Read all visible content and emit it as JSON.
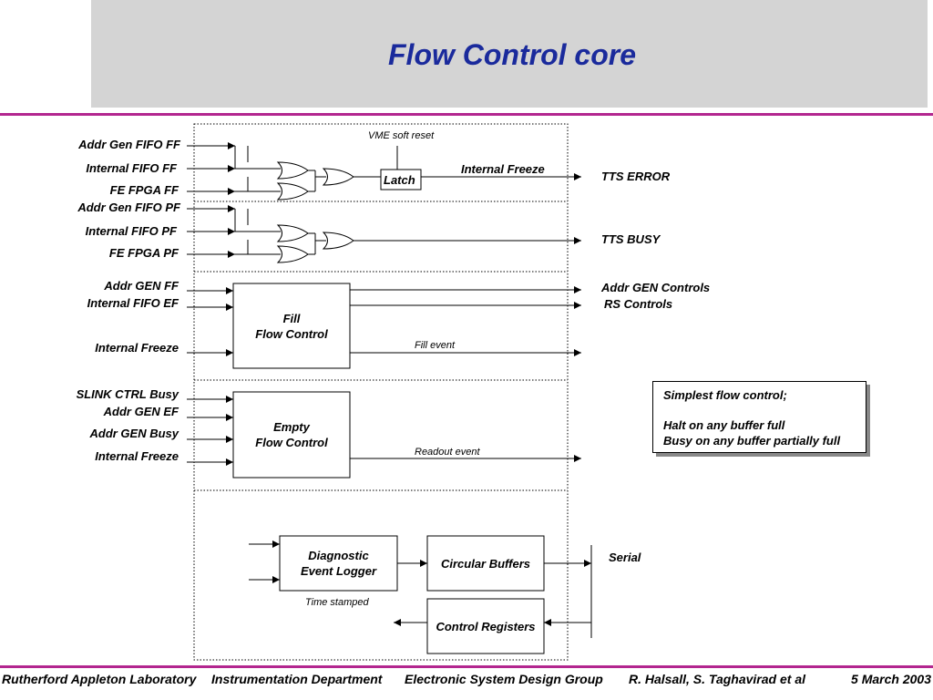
{
  "title": "Flow Control core",
  "inputs_group1": [
    "Addr Gen FIFO FF",
    "Internal FIFO FF",
    "FE FPGA FF"
  ],
  "inputs_group2": [
    "Addr Gen FIFO PF",
    "Internal FIFO PF",
    "FE FPGA PF"
  ],
  "vme_soft_reset": "VME soft reset",
  "latch": "Latch",
  "internal_freeze_out": "Internal Freeze",
  "tts_error": "TTS ERROR",
  "tts_busy": "TTS BUSY",
  "fill": {
    "inputs": [
      "Addr GEN FF",
      "Internal FIFO EF",
      "Internal Freeze"
    ],
    "box": "Fill\nFlow Control",
    "out_controls": "Addr GEN Controls",
    "out_rs": "RS Controls",
    "event": "Fill event"
  },
  "empty": {
    "inputs": [
      "SLINK CTRL Busy",
      "Addr GEN EF",
      "Addr GEN Busy",
      "Internal Freeze"
    ],
    "box": "Empty\nFlow Control",
    "event": "Readout event"
  },
  "diag": {
    "logger": "Diagnostic\nEvent Logger",
    "time_stamped": "Time stamped",
    "circular": "Circular Buffers",
    "control_regs": "Control Registers",
    "serial": "Serial"
  },
  "note": {
    "line1": "Simplest flow control;",
    "line2": "Halt on any buffer full",
    "line3": "Busy on any buffer partially full"
  },
  "footer": {
    "lab": "Rutherford Appleton Laboratory",
    "dept": "Instrumentation Department",
    "group": "Electronic System Design Group",
    "authors": "R. Halsall, S. Taghavirad et al",
    "date": "5 March 2003"
  }
}
